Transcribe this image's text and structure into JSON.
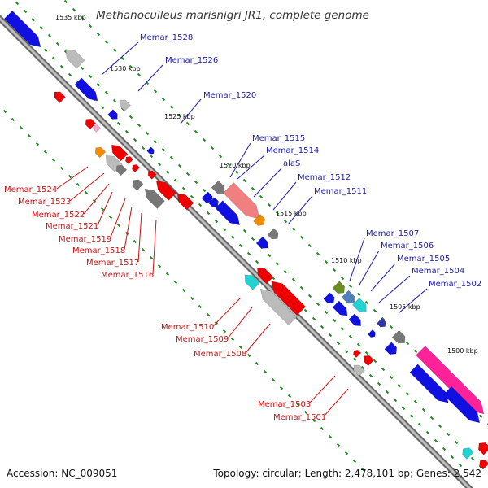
{
  "title": "Methanoculleus marisnigri JR1, complete genome",
  "footer": {
    "accession": "Accession: NC_009051",
    "stats": "Topology: circular; Length: 2,478,101 bp; Genes: 2,542"
  },
  "colors": {
    "forward_label": "#1a1ab0",
    "reverse_label": "#cc1111",
    "backbone": "#888888",
    "tick": "#1a8a1a",
    "gene_blue": "#1010e0",
    "gene_red": "#ee0000",
    "gene_gray": "#bbbbbb",
    "gene_darkgray": "#777777",
    "gene_orange": "#f08c00",
    "gene_salmon": "#f08080",
    "gene_cyan": "#22d3d3",
    "gene_magenta": "#ff2299",
    "gene_olive": "#6b8e23",
    "gene_steel": "#4f7fb8",
    "gene_navy": "#3333aa",
    "gene_pink": "#f4a6d0"
  },
  "scale_labels": [
    "1535 kbp",
    "1530 kbp",
    "1525 kbp",
    "1520 kbp",
    "1515 kbp",
    "1510 kbp",
    "1505 kbp",
    "1500 kbp"
  ],
  "forward_genes": [
    "Memar_1528",
    "Memar_1526",
    "Memar_1520",
    "Memar_1515",
    "Memar_1514",
    "alaS",
    "Memar_1512",
    "Memar_1511",
    "Memar_1507",
    "Memar_1506",
    "Memar_1505",
    "Memar_1504",
    "Memar_1502"
  ],
  "reverse_genes": [
    "Memar_1524",
    "Memar_1523",
    "Memar_1522",
    "Memar_1521",
    "Memar_1519",
    "Memar_1518",
    "Memar_1517",
    "Memar_1516",
    "Memar_1510",
    "Memar_1509",
    "Memar_1508",
    "Memar_1503",
    "Memar_1501"
  ]
}
